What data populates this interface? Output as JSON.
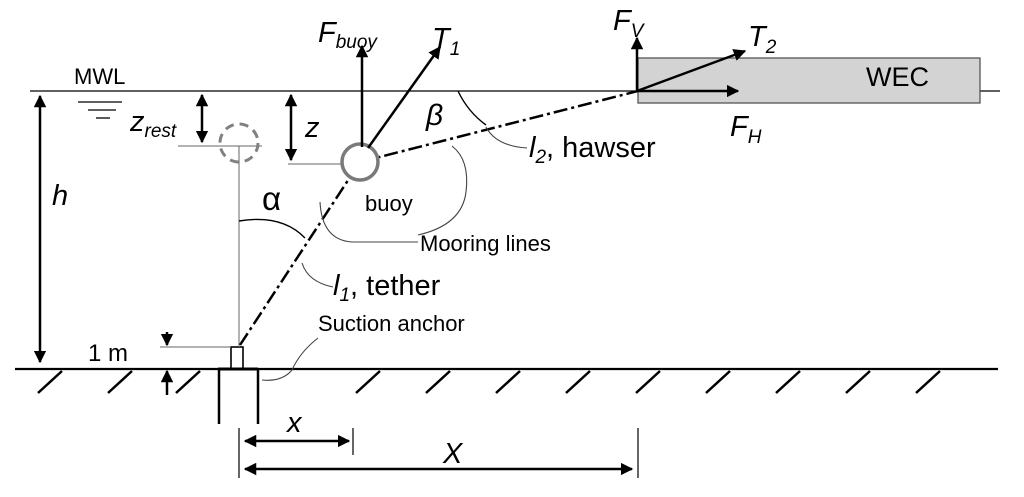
{
  "colors": {
    "ink": "#000000",
    "wec_fill": "#d3d3d3",
    "buoy_stroke": "#7a7a7a",
    "rest_stroke": "#808080",
    "guide": "#444444"
  },
  "labels": {
    "mwl": "MWL",
    "z_rest_main": "z",
    "z_rest_sub": "rest",
    "z": "z",
    "h": "h",
    "f_buoy_main": "F",
    "f_buoy_sub": "buoy",
    "t1_main": "T",
    "t1_sub": "1",
    "fv_main": "F",
    "fv_sub": "V",
    "t2_main": "T",
    "t2_sub": "2",
    "fh_main": "F",
    "fh_sub": "H",
    "wec": "WEC",
    "beta": "β",
    "alpha": "α",
    "l2_main": "l",
    "l2_sub": "2",
    "l2_rest": ", hawser",
    "buoy": "buoy",
    "mooring_lines": "Mooring lines",
    "l1_main": "l",
    "l1_sub": "1",
    "l1_rest": ", tether",
    "suction_anchor": "Suction anchor",
    "one_m": "1 m",
    "x_small": "x",
    "x_large": "X"
  }
}
